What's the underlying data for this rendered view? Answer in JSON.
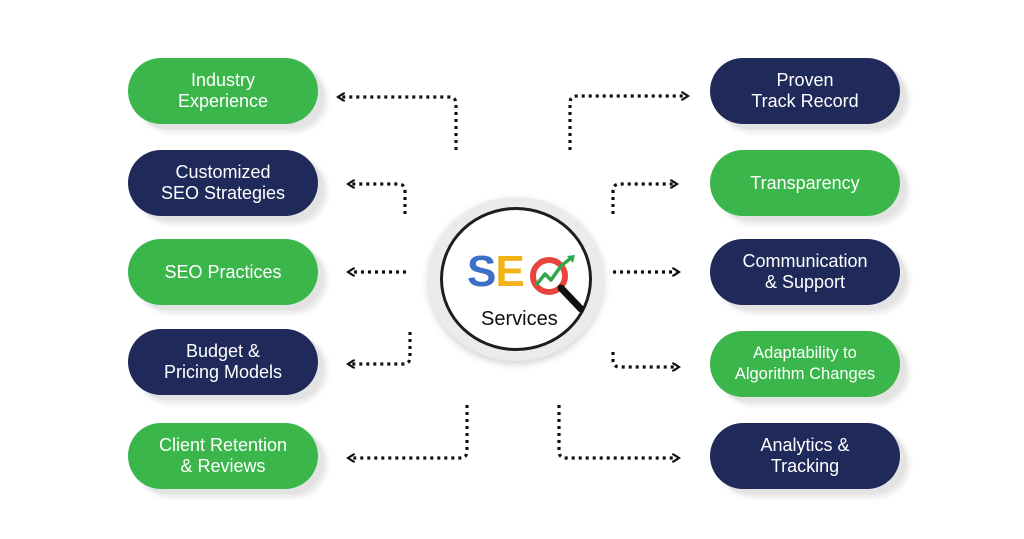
{
  "hub": {
    "letter_s": "S",
    "letter_e": "E",
    "letter_o": "O",
    "subtitle": "Services"
  },
  "left_items": [
    {
      "label": "Industry\nExperience",
      "color": "green"
    },
    {
      "label": "Customized\nSEO Strategies",
      "color": "navy"
    },
    {
      "label": "SEO Practices",
      "color": "green"
    },
    {
      "label": "Budget &\nPricing Models",
      "color": "navy"
    },
    {
      "label": "Client Retention\n& Reviews",
      "color": "green"
    }
  ],
  "right_items": [
    {
      "label": "Proven\nTrack Record",
      "color": "navy"
    },
    {
      "label": "Transparency",
      "color": "green"
    },
    {
      "label": "Communication\n& Support",
      "color": "navy"
    },
    {
      "label": "Adaptability to\nAlgorithm Changes",
      "color": "green"
    },
    {
      "label": "Analytics &\nTracking",
      "color": "navy"
    }
  ],
  "colors": {
    "green": "#3bb64a",
    "navy": "#1f2a5a",
    "seo_blue": "#3b6fc8",
    "seo_yellow": "#f2b319",
    "seo_red": "#e8453c",
    "trend_green": "#2ea84a",
    "connector": "#111111"
  }
}
